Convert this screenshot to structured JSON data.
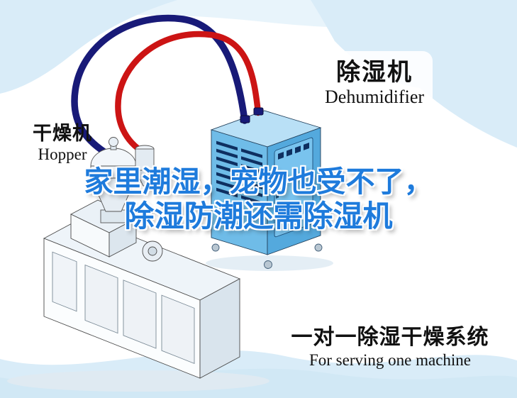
{
  "labels": {
    "dehumidifier_cn": "除湿机",
    "dehumidifier_en": "Dehumidifier",
    "hopper_cn": "干燥机",
    "hopper_en": "Hopper",
    "system_cn": "一对一除湿干燥系统",
    "system_en": "For serving one machine"
  },
  "headline": {
    "line1": "家里潮湿，宠物也受不了，",
    "line2": "除湿防潮还需除湿机"
  },
  "colors": {
    "headline_blue": "#1e7bdc",
    "pipe_red": "#cc1414",
    "pipe_navy": "#181a78",
    "machine_blue_front": "#6fbce8",
    "machine_blue_top": "#b9e0f6",
    "machine_blue_side": "#54a9dd",
    "wave_blue": "#d9ecf8",
    "text_black": "#111111"
  }
}
